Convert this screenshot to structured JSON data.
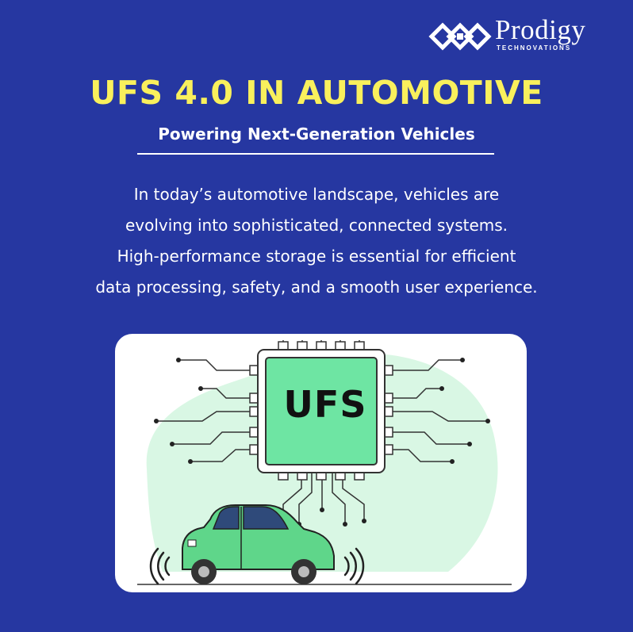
{
  "brand": {
    "name": "Prodigy",
    "tagline": "TECHNOVATIONS",
    "logo_icon": "interlocking-diamonds-logo"
  },
  "header": {
    "title": "UFS 4.0 IN AUTOMOTIVE",
    "subtitle": "Powering Next-Generation Vehicles"
  },
  "intro": {
    "lines": [
      "In today’s automotive landscape, vehicles are",
      "evolving into sophisticated, connected systems.",
      "High-performance storage is essential for efficient",
      "data processing, safety, and a smooth user experience."
    ]
  },
  "illustration": {
    "chip_label": "UFS",
    "icons": [
      "ufs-chip-icon",
      "car-icon",
      "sensor-wave-icon"
    ]
  },
  "colors": {
    "background": "#2637a1",
    "title": "#f9f05c",
    "chip": "#6ee5a3",
    "car": "#5fd68a",
    "blob": "#d9f7e4"
  }
}
